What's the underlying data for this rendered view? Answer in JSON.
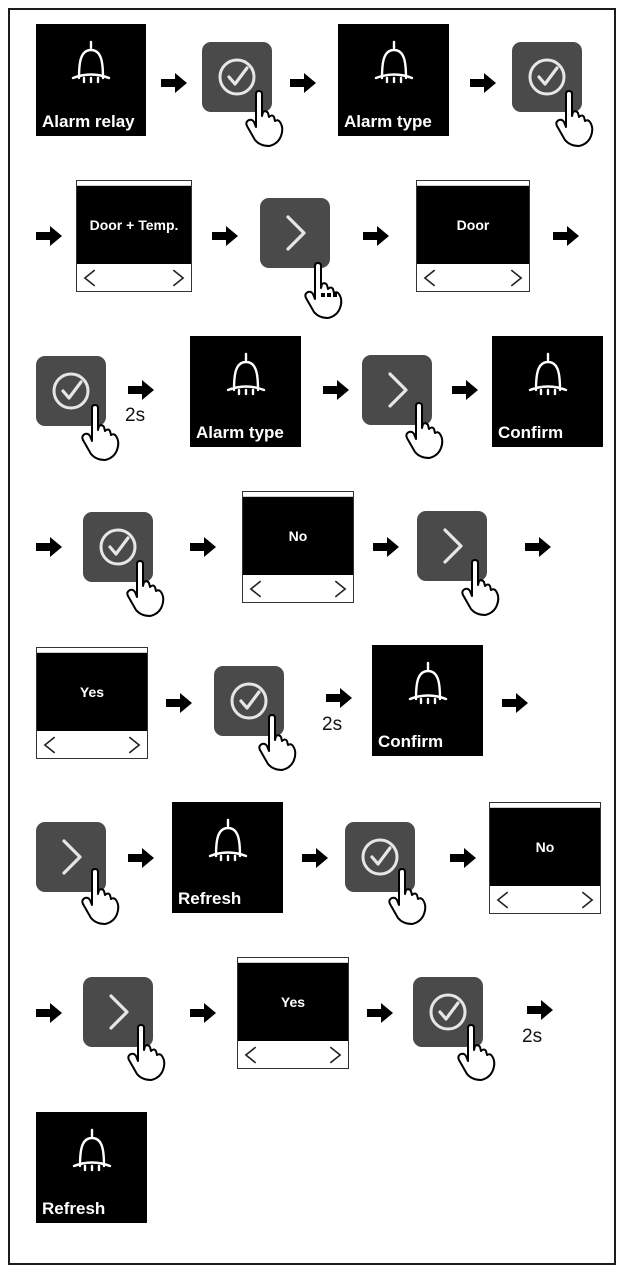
{
  "labels": {
    "alarm_relay": "Alarm relay",
    "alarm_type": "Alarm type",
    "confirm": "Confirm",
    "refresh": "Refresh"
  },
  "values": {
    "door_temp": "Door + Temp.",
    "door": "Door",
    "no": "No",
    "yes": "Yes"
  },
  "duration": "2s",
  "icons": {
    "screen_icon": "bell-icon",
    "confirm_button": "checkmark-circle-icon",
    "next_button": "chevron-right-icon",
    "selector_arrows": "chevron-left-right-icons",
    "flow_arrow": "arrow-right-icon",
    "hand": "pointing-hand-icon"
  },
  "colors": {
    "screen_bg": "#000000",
    "button_bg": "#4a4a4a",
    "text_on_screen": "#ffffff"
  }
}
